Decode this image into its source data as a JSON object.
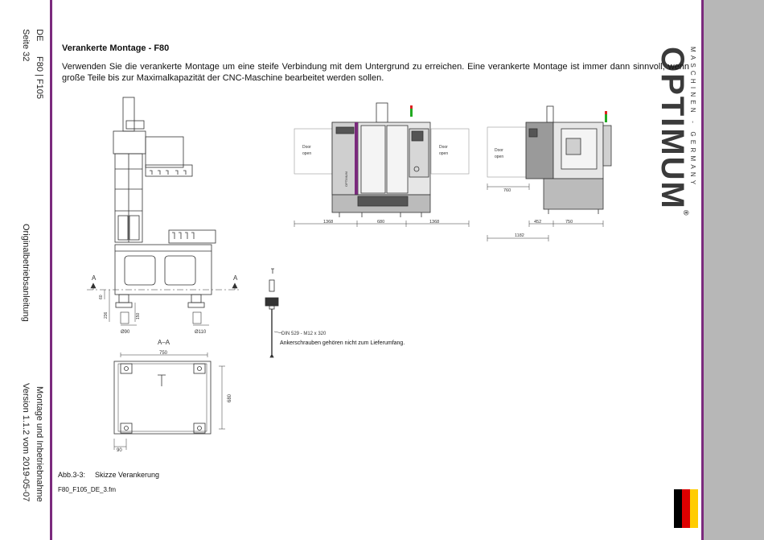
{
  "sidebar_left": {
    "lang": "DE",
    "page": "Seite 32",
    "models": "F80 | F105",
    "doc_type": "Originalbetriebsanleitung",
    "chapter": "Montage und Inbetriebnahme",
    "version": "Version 1.1.2  vom 2019-05-07"
  },
  "brand": {
    "name": "OPTIMUM",
    "registered": "®",
    "tagline": "MASCHINEN - GERMANY"
  },
  "flag_colors": [
    "#000000",
    "#dd0000",
    "#ffcc00"
  ],
  "section": {
    "title": "Verankerte Montage - F80",
    "body": "Verwenden Sie die verankerte Montage um eine steife Verbindung mit dem Untergrund zu erreichen. Eine verankerte Montage ist immer dann sinnvoll, wenn große Teile bis zur Maximalkapazität der CNC-Maschine bearbeitet werden sollen."
  },
  "drawing": {
    "section_marker": "A",
    "section_view": "A–A",
    "dim_60": "60",
    "dim_236": "236",
    "dim_150": "150",
    "dim_d90": "Ø90",
    "dim_d110": "Ø110",
    "dim_750": "750",
    "dim_680": "680",
    "dim_90": "90",
    "anchor_spec": "DIN 529 - M12 x 320",
    "anchor_note": "Ankerschrauben gehören nicht zum Lieferumfang.",
    "door_open": [
      "Door",
      "open"
    ],
    "front_dim_left": "1368",
    "front_dim_mid": "680",
    "front_dim_right": "1368",
    "side_dim_760": "760",
    "side_dim_452": "452",
    "side_dim_750": "750",
    "side_dim_1182": "1182",
    "machine_label": "OPTIMUM"
  },
  "figure": {
    "number": "Abb.3-3:",
    "caption": "Skizze Verankerung",
    "file": "F80_F105_DE_3.fm"
  }
}
